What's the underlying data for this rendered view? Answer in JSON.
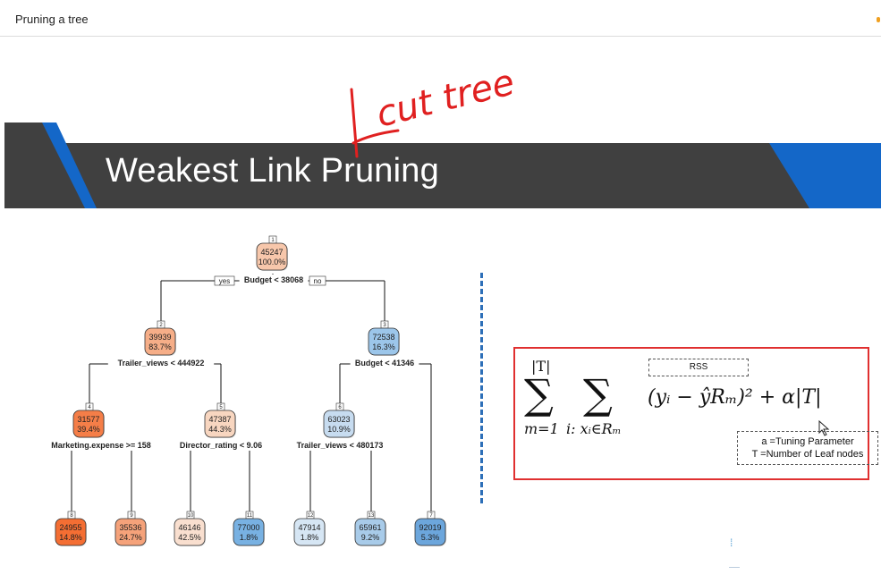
{
  "window": {
    "title": "Pruning a tree"
  },
  "annotation": {
    "text": "cut tree"
  },
  "slide": {
    "title": "Weakest Link Pruning",
    "tree": {
      "nodes": [
        {
          "id": "1",
          "value": "45247",
          "pct": "100.0%"
        },
        {
          "id": "2",
          "value": "39939",
          "pct": "83.7%"
        },
        {
          "id": "3",
          "value": "72538",
          "pct": "16.3%"
        },
        {
          "id": "4",
          "value": "31577",
          "pct": "39.4%"
        },
        {
          "id": "5",
          "value": "47387",
          "pct": "44.3%"
        },
        {
          "id": "6",
          "value": "63023",
          "pct": "10.9%"
        },
        {
          "id": "8",
          "value": "24955",
          "pct": "14.8%"
        },
        {
          "id": "9",
          "value": "35536",
          "pct": "24.7%"
        },
        {
          "id": "10",
          "value": "46146",
          "pct": "42.5%"
        },
        {
          "id": "11",
          "value": "77000",
          "pct": "1.8%"
        },
        {
          "id": "12",
          "value": "47914",
          "pct": "1.8%"
        },
        {
          "id": "13",
          "value": "65961",
          "pct": "9.2%"
        },
        {
          "id": "7",
          "value": "92019",
          "pct": "5.3%"
        }
      ],
      "splits": {
        "root": "Budget < 38068",
        "yes": "yes",
        "no": "no",
        "left": "Trailer_views < 444922",
        "right": "Budget < 41346",
        "ll": "Marketing.expense >= 158",
        "lr": "Director_rating < 9.06",
        "rl": "Trailer_views < 480173"
      }
    },
    "formula": {
      "sum1_top": "|T|",
      "sum1_bottom": "m=1",
      "sum2_bottom": "i: xᵢ∈Rₘ",
      "term": "(yᵢ − ŷRₘ)² + α|T|",
      "rss_label": "RSS",
      "note_alpha": "a =Tuning Parameter",
      "note_t": "T =Number of Leaf nodes"
    }
  }
}
